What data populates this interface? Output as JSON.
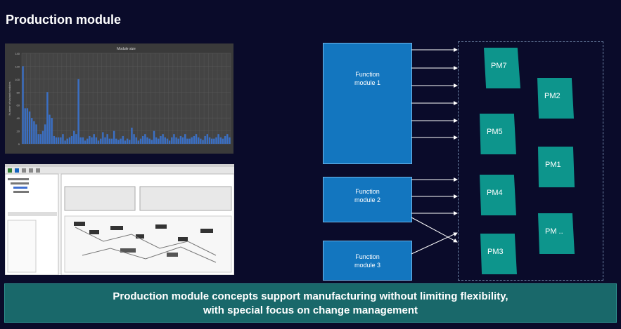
{
  "title": "Production module",
  "footer": {
    "line1": "Production module concepts support manufacturing without limiting flexibility,",
    "line2": "with special focus on change management"
  },
  "function_modules": [
    {
      "line1": "Function",
      "line2": "module 1"
    },
    {
      "line1": "Function",
      "line2": "module 2"
    },
    {
      "line1": "Function",
      "line2": "module 3"
    }
  ],
  "production_modules": [
    {
      "label": "PM7"
    },
    {
      "label": "PM2"
    },
    {
      "label": "PM5"
    },
    {
      "label": "PM1"
    },
    {
      "label": "PM4"
    },
    {
      "label": "PM .."
    },
    {
      "label": "PM3"
    }
  ],
  "colors": {
    "function_module": "#1376bf",
    "production_module": "#0d958c",
    "footer": "#19686a",
    "background": "#0a0b2a"
  },
  "chart_data": {
    "type": "bar",
    "title": "Module size",
    "ylabel": "Number of variant modules",
    "ylim": [
      0,
      140
    ],
    "yticks": [
      0,
      20,
      40,
      60,
      80,
      100,
      120,
      140
    ],
    "values": [
      120,
      55,
      55,
      50,
      40,
      35,
      30,
      15,
      15,
      20,
      30,
      80,
      45,
      40,
      12,
      10,
      10,
      10,
      15,
      5,
      8,
      10,
      12,
      20,
      15,
      100,
      10,
      10,
      5,
      8,
      12,
      10,
      15,
      10,
      5,
      8,
      18,
      10,
      15,
      8,
      8,
      20,
      8,
      6,
      8,
      12,
      5,
      8,
      6,
      25,
      15,
      10,
      5,
      8,
      12,
      15,
      10,
      8,
      6,
      20,
      10,
      8,
      12,
      15,
      10,
      8,
      5,
      10,
      15,
      10,
      8,
      12,
      10,
      15,
      8,
      8,
      10,
      12,
      15,
      10,
      8,
      6,
      12,
      15,
      10,
      8,
      8,
      10,
      15,
      10,
      8,
      12,
      15,
      10
    ]
  }
}
